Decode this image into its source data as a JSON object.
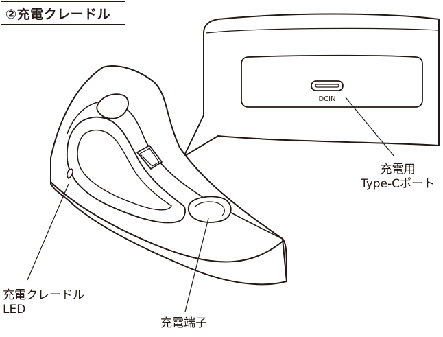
{
  "title": "②充電クレードル",
  "port_label": "DCIN",
  "callouts": {
    "usb_port_line1": "充電用",
    "usb_port_line2": "Type-Cポート",
    "led_line1": "充電クレードル",
    "led_line2": "LED",
    "terminal": "充電端子"
  }
}
